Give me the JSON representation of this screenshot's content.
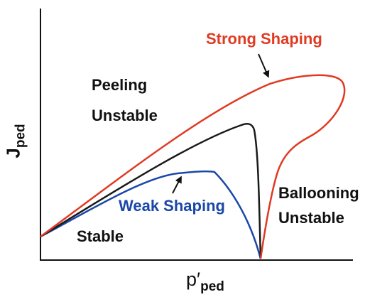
{
  "axes": {
    "y_label_main": "J",
    "y_label_sub": "ped",
    "x_label_main": "p′",
    "x_label_sub": "ped"
  },
  "regions": {
    "peeling_line1": "Peeling",
    "peeling_line2": "Unstable",
    "stable": "Stable",
    "ballooning_line1": "Ballooning",
    "ballooning_line2": "Unstable"
  },
  "curves": {
    "strong_label": "Strong Shaping",
    "weak_label": "Weak Shaping"
  },
  "colors": {
    "axis": "#111111",
    "strong": "#e03a22",
    "intermediate": "#1a1a1a",
    "weak": "#1a47a8"
  }
}
